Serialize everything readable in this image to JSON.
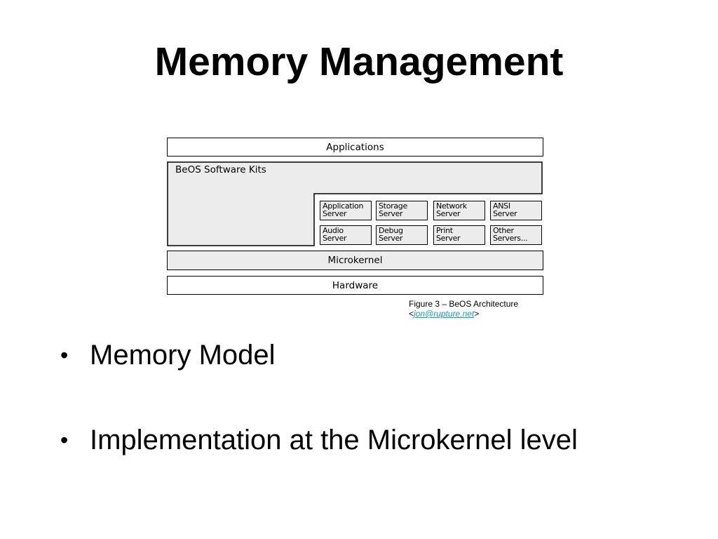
{
  "slide": {
    "title": "Memory Management"
  },
  "diagram": {
    "applications": "Applications",
    "kits": "BeOS Software Kits",
    "servers": [
      {
        "line1": "Application",
        "line2": "Server"
      },
      {
        "line1": "Storage",
        "line2": "Server"
      },
      {
        "line1": "Network",
        "line2": "Server"
      },
      {
        "line1": "ANSI",
        "line2": "Server"
      },
      {
        "line1": "Audio",
        "line2": "Server"
      },
      {
        "line1": "Debug",
        "line2": "Server"
      },
      {
        "line1": "Print",
        "line2": "Server"
      },
      {
        "line1": "Other",
        "line2": "Servers..."
      }
    ],
    "microkernel": "Microkernel",
    "hardware": "Hardware"
  },
  "caption": {
    "text": "Figure 3 – BeOS Architecture",
    "open": "<",
    "link": "jon@rupture.net",
    "close": ">"
  },
  "bullets": [
    "Memory Model",
    "Implementation at the Microkernel level"
  ],
  "colors": {
    "link": "#149ea4",
    "box_fill": "#ececec"
  }
}
